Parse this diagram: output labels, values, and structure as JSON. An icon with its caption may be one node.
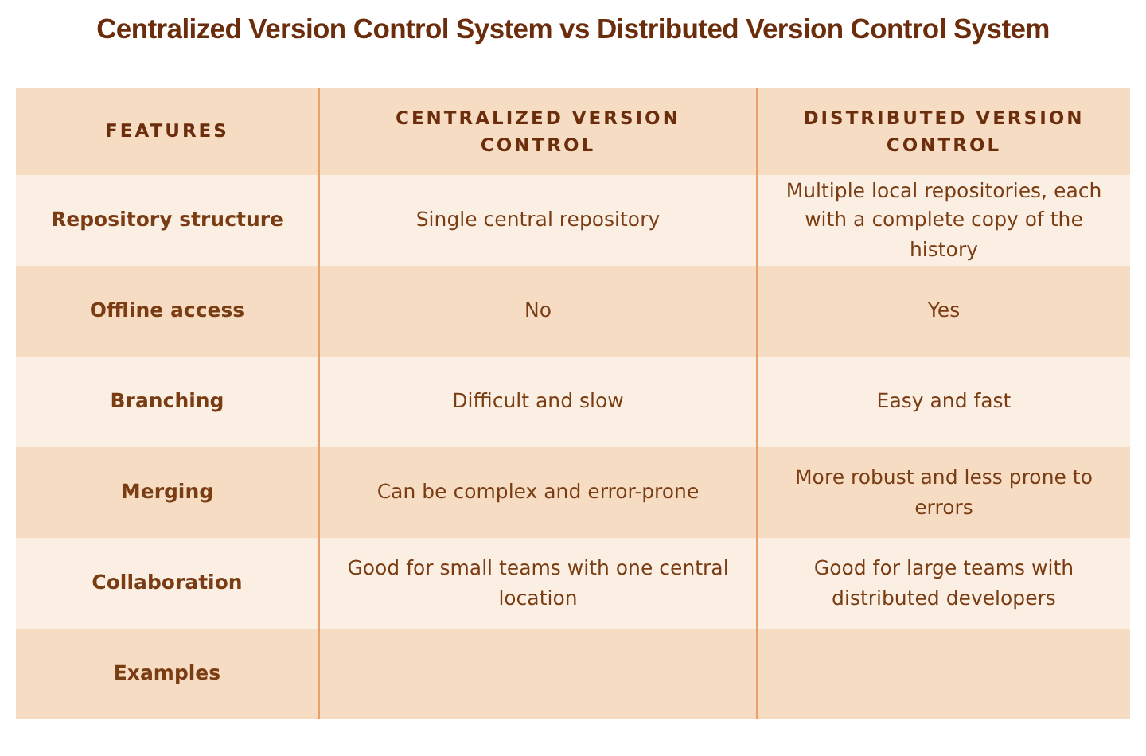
{
  "diagram": {
    "title": "Centralized Version Control System vs Distributed Version Control System",
    "labels": [
      "FEATURES",
      "CENTRALIZED VERSION CONTROL",
      "DISTRIBUTED VERSION CONTROL",
      "Repository structure",
      "Single central repository",
      "Multiple local repositories, each with a complete copy of the history",
      "Offline access",
      "No",
      "Yes",
      "Branching",
      "Difficult and slow",
      "Easy and fast",
      "Merging",
      "Can be complex and error-prone",
      "More robust and less prone to errors",
      "Collaboration",
      "Good for small teams with one central location",
      "Good for large teams with distributed developers",
      "Examples"
    ]
  }
}
